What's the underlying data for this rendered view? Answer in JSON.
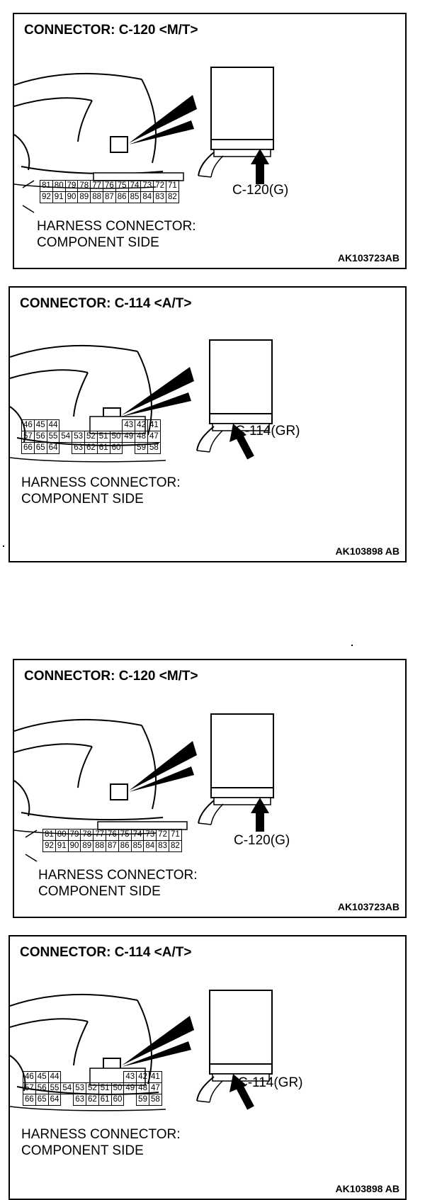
{
  "panels": [
    {
      "title": "CONNECTOR: C-120 <M/T>",
      "connector_label": "C-120(G)",
      "harness_line1": "HARNESS CONNECTOR:",
      "harness_line2": "COMPONENT SIDE",
      "code": "AK103723AB",
      "rows": [
        [
          "81",
          "80",
          "79",
          "78",
          "77",
          "76",
          "75",
          "74",
          "73",
          "72",
          "71"
        ],
        [
          "92",
          "91",
          "90",
          "89",
          "88",
          "87",
          "86",
          "85",
          "84",
          "83",
          "82"
        ]
      ]
    },
    {
      "title": "CONNECTOR: C-114 <A/T>",
      "connector_label": "C-114(GR)",
      "harness_line1": "HARNESS CONNECTOR:",
      "harness_line2": "COMPONENT SIDE",
      "code": "AK103898 AB",
      "rows": [
        [
          "46",
          "45",
          "44",
          "",
          "",
          "",
          "",
          "",
          "43",
          "42",
          "41"
        ],
        [
          "57",
          "56",
          "55",
          "54",
          "53",
          "52",
          "51",
          "50",
          "49",
          "48",
          "47"
        ],
        [
          "66",
          "65",
          "64",
          "",
          "63",
          "62",
          "61",
          "60",
          "",
          "59",
          "58"
        ]
      ]
    },
    {
      "title": "CONNECTOR: C-120 <M/T>",
      "connector_label": "C-120(G)",
      "harness_line1": "HARNESS CONNECTOR:",
      "harness_line2": "COMPONENT SIDE",
      "code": "AK103723AB",
      "rows": [
        [
          "81",
          "80",
          "79",
          "78",
          "77",
          "76",
          "75",
          "74",
          "73",
          "72",
          "71"
        ],
        [
          "92",
          "91",
          "90",
          "89",
          "88",
          "87",
          "86",
          "85",
          "84",
          "83",
          "82"
        ]
      ]
    },
    {
      "title": "CONNECTOR: C-114 <A/T>",
      "connector_label": "C-114(GR)",
      "harness_line1": "HARNESS CONNECTOR:",
      "harness_line2": "COMPONENT SIDE",
      "code": "AK103898 AB",
      "rows": [
        [
          "46",
          "45",
          "44",
          "",
          "",
          "",
          "",
          "",
          "43",
          "42",
          "41"
        ],
        [
          "57",
          "56",
          "55",
          "54",
          "53",
          "52",
          "51",
          "50",
          "49",
          "48",
          "47"
        ],
        [
          "66",
          "65",
          "64",
          "",
          "63",
          "62",
          "61",
          "60",
          "",
          "59",
          "58"
        ]
      ]
    }
  ]
}
